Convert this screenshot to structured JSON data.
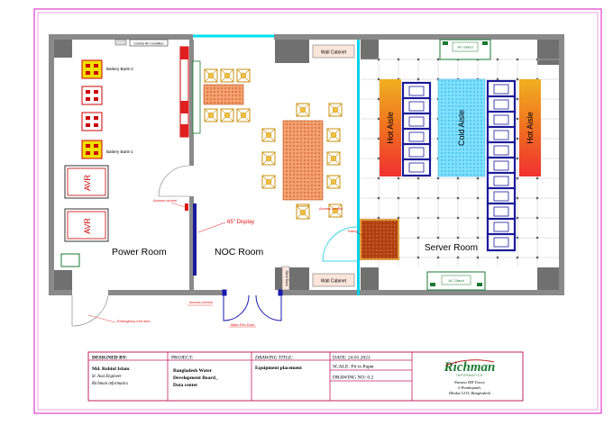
{
  "rooms": {
    "power": "Power  Room",
    "noc": "NOC  Room",
    "server": "Server Room"
  },
  "labels": {
    "battery_bank_2": "Battery Bank-2",
    "battery_bank_1": "Battery Bank-1",
    "avr": "AVR",
    "control_air_condition": "Control Air Condition",
    "wall_cabinet_top": "Wall Cabinet",
    "wall_cabinet_bottom": "Wall Cabinet",
    "hot_aisle_left": "Hot Aisle",
    "hot_aisle_right": "Hot Aisle",
    "cold_aisle": "Cold Aisle",
    "display": "65\" Display",
    "access_control_1": "Access control",
    "access_control_2": "Access control",
    "access_control_3": "Access control",
    "ramp": "Ramp",
    "emergency_exit": "Emergency exit door",
    "main_fire_door": "Main Fire Door",
    "store_rack": "Store Rack",
    "ac_top": "AC-Stand",
    "ac_bottom": "AC-Stand"
  },
  "title_block": {
    "designed_by_header": "DESIGNED BY:",
    "designer_name": "Md. Robiul Islam",
    "designer_role": "Sr. Asst Engineer",
    "designer_company": "Richman informatics",
    "project_header": "PROJECT:",
    "project_name_1": "Bangladesh Water",
    "project_name_2": "Development Board_",
    "project_name_3": "Data center",
    "drawing_title_header": "DRAWING TITLE:",
    "drawing_title": "Equipment placement",
    "date": "DATE: 24.01.2021",
    "scale": "SCALE: Fit to Paper",
    "drawing_no": "DRAWING NO: 0.2",
    "logo_name": "Richman",
    "logo_sub": "INFORMATICS",
    "address_1": "Navana DH Tower,",
    "address_2": "6 Panthapath,",
    "address_3": "Dhaka-1215, Bangladesh"
  },
  "colors": {
    "border": "#e040c8",
    "wall": "#808080",
    "rack": "#1a1a9a",
    "hot_aisle": "#f07828",
    "cold_aisle": "#4fd0f0",
    "table": "#e8905a",
    "red": "#e01010",
    "logo": "#1a7a30",
    "cyan": "#00e0f0"
  }
}
